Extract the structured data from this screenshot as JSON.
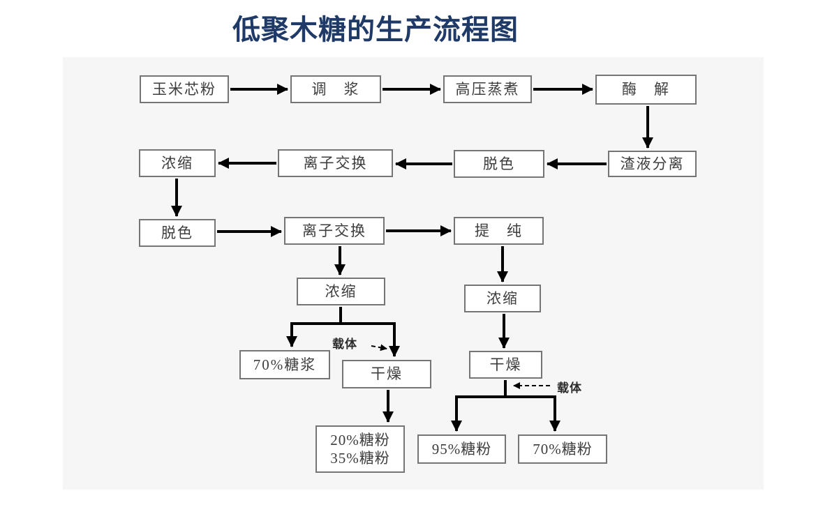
{
  "title": "低聚木糖的生产流程图",
  "colors": {
    "title_text": "#1f3a66",
    "panel_background": "#f6f6f7",
    "box_background": "#ffffff",
    "box_border": "#757575",
    "arrow": "#000000",
    "node_text": "#3d3d3d"
  },
  "nodes": [
    {
      "id": "corn-cob-powder",
      "label": "玉米芯粉"
    },
    {
      "id": "slurry-mixing",
      "label": "调　浆"
    },
    {
      "id": "high-pressure-cooking",
      "label": "高压蒸煮"
    },
    {
      "id": "enzymolysis",
      "label": "酶　解"
    },
    {
      "id": "concentration-1",
      "label": "浓缩"
    },
    {
      "id": "ion-exchange-1",
      "label": "离子交换"
    },
    {
      "id": "decolorization-1",
      "label": "脱色"
    },
    {
      "id": "residue-liquid-separation",
      "label": "渣液分离"
    },
    {
      "id": "decolorization-2",
      "label": "脱色"
    },
    {
      "id": "ion-exchange-2",
      "label": "离子交换"
    },
    {
      "id": "purification",
      "label": "提　纯"
    },
    {
      "id": "concentration-2",
      "label": "浓缩"
    },
    {
      "id": "concentration-3",
      "label": "浓缩"
    },
    {
      "id": "syrup-70",
      "label": "70%糖浆"
    },
    {
      "id": "drying-1",
      "label": "干燥"
    },
    {
      "id": "drying-2",
      "label": "干燥"
    },
    {
      "id": "sugar-powder-20-35",
      "lines": [
        "20%糖粉",
        "35%糖粉"
      ]
    },
    {
      "id": "sugar-powder-95",
      "label": "95%糖粉"
    },
    {
      "id": "sugar-powder-70",
      "label": "70%糖粉"
    }
  ],
  "carrier_labels": {
    "left": "载体",
    "right": "载体"
  },
  "edges": [
    {
      "from": "corn-cob-powder",
      "to": "slurry-mixing",
      "style": "solid"
    },
    {
      "from": "slurry-mixing",
      "to": "high-pressure-cooking",
      "style": "solid"
    },
    {
      "from": "high-pressure-cooking",
      "to": "enzymolysis",
      "style": "solid"
    },
    {
      "from": "enzymolysis",
      "to": "residue-liquid-separation",
      "style": "solid"
    },
    {
      "from": "residue-liquid-separation",
      "to": "decolorization-1",
      "style": "solid"
    },
    {
      "from": "decolorization-1",
      "to": "ion-exchange-1",
      "style": "solid"
    },
    {
      "from": "ion-exchange-1",
      "to": "concentration-1",
      "style": "solid"
    },
    {
      "from": "concentration-1",
      "to": "decolorization-2",
      "style": "solid"
    },
    {
      "from": "decolorization-2",
      "to": "ion-exchange-2",
      "style": "solid"
    },
    {
      "from": "ion-exchange-2",
      "to": "purification",
      "style": "solid"
    },
    {
      "from": "ion-exchange-2",
      "to": "concentration-2",
      "style": "solid"
    },
    {
      "from": "purification",
      "to": "concentration-3",
      "style": "solid"
    },
    {
      "from": "concentration-2",
      "to": "syrup-70",
      "style": "solid"
    },
    {
      "from": "concentration-2",
      "to": "drying-1",
      "style": "solid"
    },
    {
      "from": "carrier-left",
      "to": "drying-1",
      "style": "dashed"
    },
    {
      "from": "concentration-3",
      "to": "drying-2",
      "style": "solid"
    },
    {
      "from": "drying-1",
      "to": "sugar-powder-20-35",
      "style": "solid"
    },
    {
      "from": "carrier-right",
      "to": "drying-2",
      "style": "dashed"
    },
    {
      "from": "drying-2",
      "to": "sugar-powder-95",
      "style": "solid"
    },
    {
      "from": "drying-2",
      "to": "sugar-powder-70",
      "style": "solid"
    }
  ]
}
